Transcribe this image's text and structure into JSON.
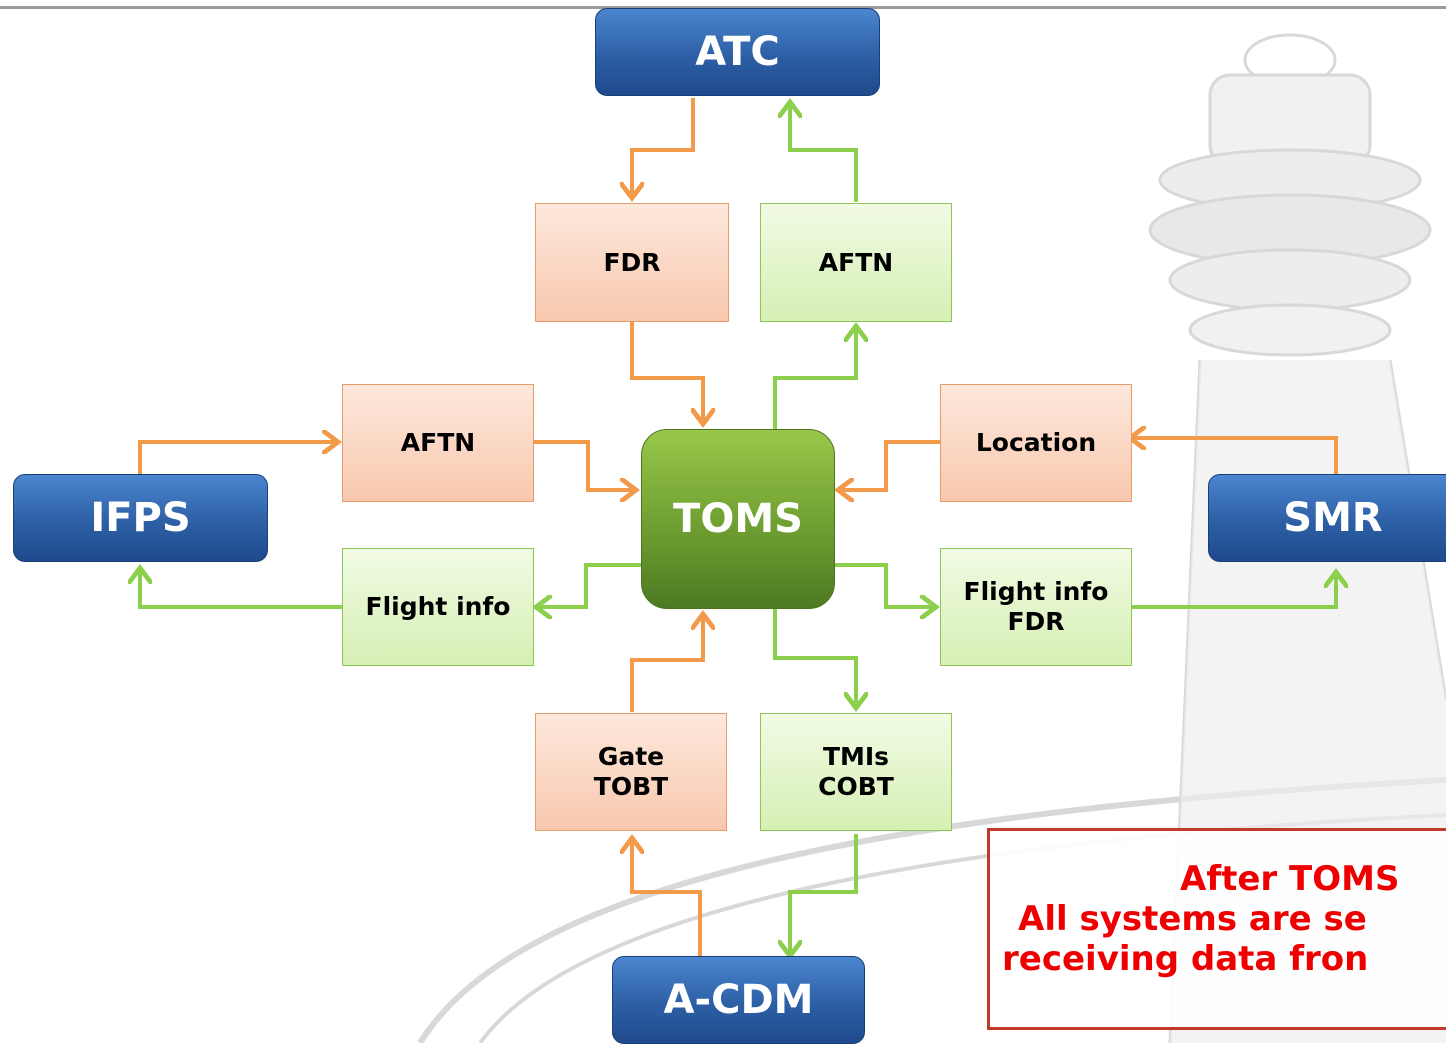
{
  "systems": {
    "atc": "ATC",
    "ifps": "IFPS",
    "smr": "SMR",
    "acdm": "A-CDM"
  },
  "center": "TOMS",
  "boxes": {
    "fdr": "FDR",
    "aftn_top": "AFTN",
    "aftn_left": "AFTN",
    "flight_info_left": "Flight info",
    "location": "Location",
    "flight_info_right": [
      "Flight info",
      "FDR"
    ],
    "gate_tobt": [
      "Gate",
      "TOBT"
    ],
    "tmis_cobt": [
      "TMIs",
      "COBT"
    ]
  },
  "callout": {
    "line1": "After TOMS",
    "line2": "All systems are se",
    "line3": "receiving data fron"
  },
  "colors": {
    "system_blue": "#2d5fa5",
    "center_green": "#6e9e31",
    "input_orange": "#f2994a",
    "output_green": "#8ccf4d",
    "callout_red": "#ee0000"
  }
}
